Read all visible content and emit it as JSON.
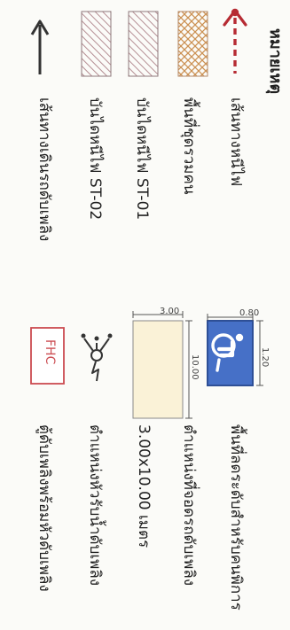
{
  "legend": {
    "title": "หมายเหตุ",
    "items": [
      {
        "label": "เส้นทางหนีไฟ",
        "icon": "red-dashed-arrow-icon"
      },
      {
        "label": "พื้นที่ชุดรวมคน",
        "icon": "orange-crosshatch-swatch"
      },
      {
        "label": "บันไดหนีไฟ ST-01",
        "icon": "pink-hatch-swatch"
      },
      {
        "label": "บันไดหนีไฟ ST-02",
        "icon": "pink-hatch-swatch"
      },
      {
        "label": "เส้นทางเดินรถดับเพลิง",
        "icon": "outline-arrow-icon"
      }
    ]
  },
  "symbols": {
    "accessible": {
      "label": "พื้นที่ลดระดับสำหรับคนพิการ",
      "icon": "wheelchair-icon",
      "dim_width": "0.80",
      "dim_height": "1.20"
    },
    "fire_truck": {
      "label": "ตำแหน่งที่จอดรถดับเพลิง",
      "size_text": "3.00x10.00 เมตร",
      "dim_width": "3.00",
      "dim_length": "10.00"
    },
    "hydrant": {
      "label": "ตำแหน่งหัวรับน้ำดับเพลิง",
      "icon": "fire-hydrant-icon"
    },
    "fhc": {
      "label": "ตู้ดับเพลิงพร้อมหัวดับเพลิง",
      "box_text": "FHC"
    }
  },
  "colors": {
    "route_red": "#b62b33",
    "crosshatch_orange": "#c98b4a",
    "hatch_pink": "#b58e93",
    "accessible_blue": "#4670c7",
    "truck_fill": "#faf2d7",
    "fhc_red": "#cb4b50"
  }
}
